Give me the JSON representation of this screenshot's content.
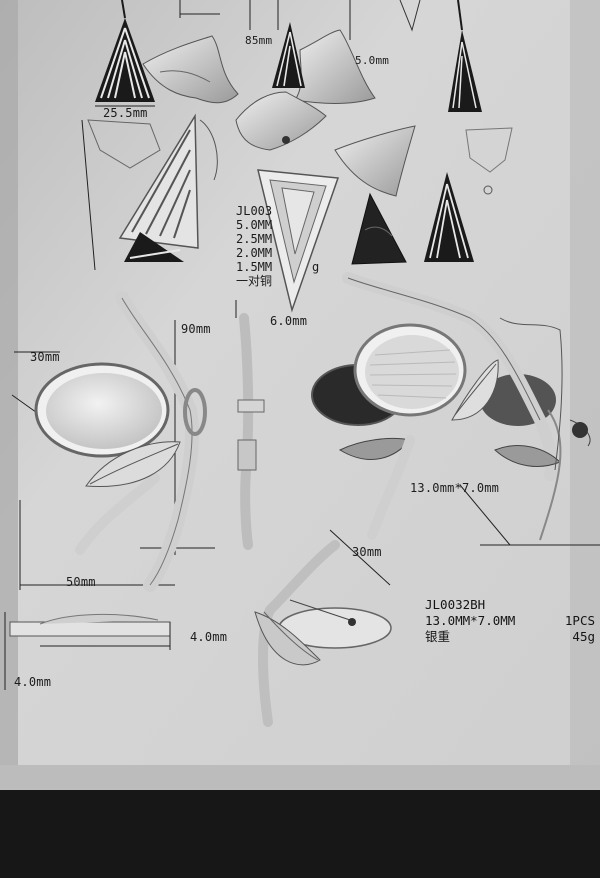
{
  "photo": {
    "description_free": true,
    "palette": {
      "paper": "#d9d9d9",
      "paper_shadow": "#a9a9a9",
      "metal": "#e6e6e6",
      "metal_dark": "#8c8c8c",
      "ink": "#1c1c1c",
      "table": "#1b1b1b"
    }
  },
  "top_sheet": {
    "dims": [
      "85mm",
      "5.0mm",
      "25.5mm",
      "6.0mm"
    ],
    "spec_lines": [
      "JL003",
      "5.0MM",
      "2.5MM",
      "2.0MM",
      "1.5MM",
      "一对铜",
      "g"
    ]
  },
  "brooch_left": {
    "dims": [
      "90mm",
      "30mm",
      "50mm"
    ]
  },
  "brooch_right": {
    "stone_dim": "13.0mm*7.0mm"
  },
  "side_view": {
    "dims": [
      "4.0mm",
      "4.0mm"
    ]
  },
  "bottom_sketch": {
    "dim": "30mm"
  },
  "product": {
    "code": "JL0032BH",
    "size": "13.0MM*7.0MM",
    "qty": "1PCS",
    "weight_label": "银重",
    "weight": "45g"
  }
}
